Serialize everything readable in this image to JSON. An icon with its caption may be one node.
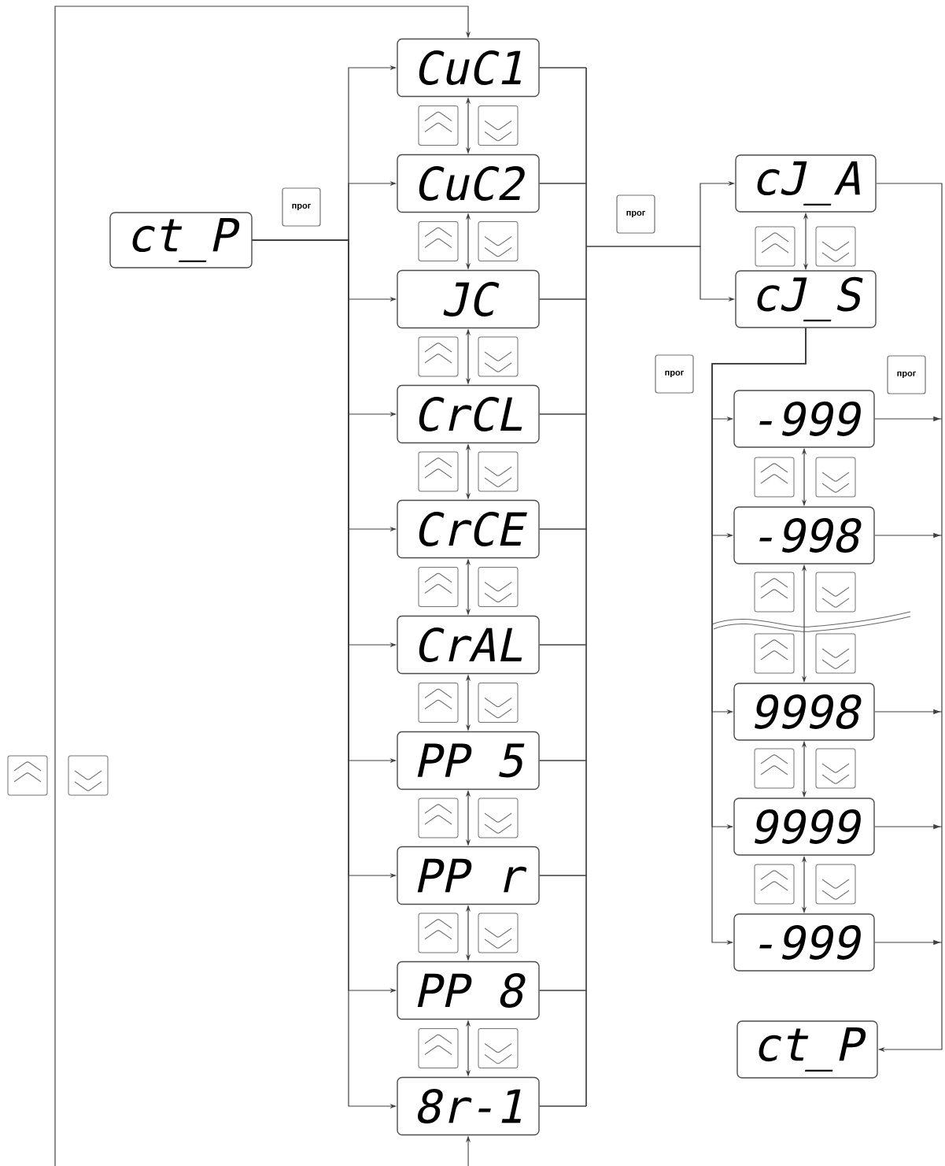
{
  "diagram": {
    "nodes": [
      {
        "text": [
          "ct_P"
        ]
      },
      {
        "text": [
          "CuC1"
        ]
      },
      {
        "text": [
          "CuC2"
        ]
      },
      {
        "text": [
          "JC"
        ]
      },
      {
        "text": [
          "CrCL"
        ]
      },
      {
        "text": [
          "CrCE"
        ]
      },
      {
        "text": [
          "CrAL"
        ]
      },
      {
        "text": [
          "PP 5"
        ]
      },
      {
        "text": [
          "PP r"
        ]
      },
      {
        "text": [
          "PP 8"
        ]
      },
      {
        "text": [
          "8r-1"
        ]
      },
      {
        "text": [
          "cJ_A"
        ]
      },
      {
        "text": [
          "cJ_S"
        ]
      },
      {
        "text": [
          "-999"
        ]
      },
      {
        "text": [
          "-998"
        ]
      },
      {
        "text": [
          "9998"
        ]
      },
      {
        "text": [
          "9999"
        ]
      },
      {
        "text": [
          "-999"
        ]
      },
      {
        "text": [
          "ct_P"
        ]
      }
    ],
    "edges": [
      {
        "from": null,
        "to": 1,
        "arrow": "to"
      },
      {
        "from": null,
        "to": 10,
        "arrow": "to"
      },
      {
        "from": 0,
        "to": 1,
        "arrow": "to"
      },
      {
        "from": 0,
        "to": 2,
        "arrow": "to"
      },
      {
        "from": 0,
        "to": 3,
        "arrow": "to"
      },
      {
        "from": 0,
        "to": 4,
        "arrow": "to"
      },
      {
        "from": 0,
        "to": 5,
        "arrow": "to"
      },
      {
        "from": 0,
        "to": 6,
        "arrow": "to"
      },
      {
        "from": 0,
        "to": 7,
        "arrow": "to"
      },
      {
        "from": 0,
        "to": 8,
        "arrow": "to"
      },
      {
        "from": 0,
        "to": 9,
        "arrow": "to"
      },
      {
        "from": 0,
        "to": 10,
        "arrow": "to"
      },
      {
        "from": 1,
        "to": 11,
        "arrow": "to"
      },
      {
        "from": 1,
        "to": 12,
        "arrow": "to"
      },
      {
        "from": 2,
        "to": 11,
        "arrow": "to"
      },
      {
        "from": 2,
        "to": 12,
        "arrow": "to"
      },
      {
        "from": 3,
        "to": 11,
        "arrow": "to"
      },
      {
        "from": 3,
        "to": 12,
        "arrow": "to"
      },
      {
        "from": 4,
        "to": 11,
        "arrow": "to"
      },
      {
        "from": 4,
        "to": 12,
        "arrow": "to"
      },
      {
        "from": 5,
        "to": 11,
        "arrow": "to"
      },
      {
        "from": 5,
        "to": 12,
        "arrow": "to"
      },
      {
        "from": 6,
        "to": 11,
        "arrow": "to"
      },
      {
        "from": 6,
        "to": 12,
        "arrow": "to"
      },
      {
        "from": 7,
        "to": 11,
        "arrow": "to"
      },
      {
        "from": 7,
        "to": 12,
        "arrow": "to"
      },
      {
        "from": 8,
        "to": 11,
        "arrow": "to"
      },
      {
        "from": 8,
        "to": 12,
        "arrow": "to"
      },
      {
        "from": 9,
        "to": 11,
        "arrow": "to"
      },
      {
        "from": 9,
        "to": 12,
        "arrow": "to"
      },
      {
        "from": 10,
        "to": 11,
        "arrow": "to"
      },
      {
        "from": 10,
        "to": 12,
        "arrow": "to"
      },
      {
        "from": 1,
        "to": 2,
        "arrow": "both"
      },
      {
        "from": 2,
        "to": 3,
        "arrow": "both"
      },
      {
        "from": 3,
        "to": 4,
        "arrow": "both"
      },
      {
        "from": 4,
        "to": 5,
        "arrow": "both"
      },
      {
        "from": 5,
        "to": 6,
        "arrow": "both"
      },
      {
        "from": 6,
        "to": 7,
        "arrow": "both"
      },
      {
        "from": 7,
        "to": 8,
        "arrow": "both"
      },
      {
        "from": 8,
        "to": 9,
        "arrow": "both"
      },
      {
        "from": 9,
        "to": 10,
        "arrow": "both"
      },
      {
        "from": 11,
        "to": 12,
        "arrow": "both"
      },
      {
        "from": 12,
        "to": 13,
        "arrow": "to"
      },
      {
        "from": 12,
        "to": 14,
        "arrow": "to"
      },
      {
        "from": 12,
        "to": 15,
        "arrow": "to"
      },
      {
        "from": 12,
        "to": 16,
        "arrow": "to"
      },
      {
        "from": 12,
        "to": 17,
        "arrow": "to"
      },
      {
        "from": 13,
        "to": 14,
        "arrow": "both"
      },
      {
        "from": 14,
        "to": 15,
        "arrow": "both"
      },
      {
        "from": 15,
        "to": 16,
        "arrow": "both"
      },
      {
        "from": 16,
        "to": 17,
        "arrow": "both"
      },
      {
        "from": 11,
        "to": 18,
        "arrow": "to"
      },
      {
        "from": 13,
        "to": 18,
        "arrow": "to"
      },
      {
        "from": 14,
        "to": 18,
        "arrow": "to"
      },
      {
        "from": 15,
        "to": 18,
        "arrow": "to"
      },
      {
        "from": 16,
        "to": 18,
        "arrow": "to"
      },
      {
        "from": 17,
        "to": 18,
        "arrow": "to"
      }
    ],
    "labels": [
      "прог",
      "прог",
      "прог",
      "прог"
    ]
  }
}
